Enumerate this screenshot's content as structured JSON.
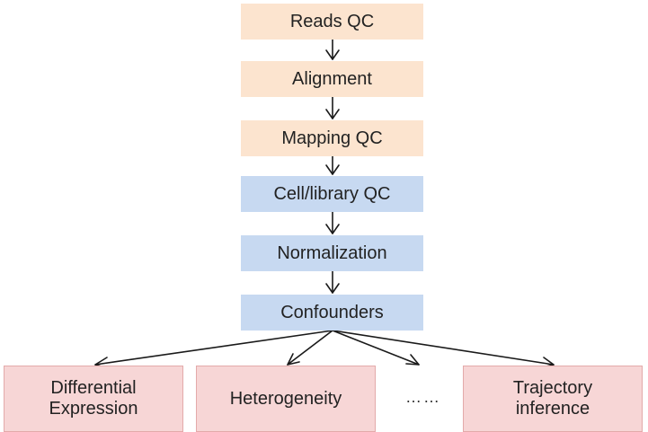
{
  "pipeline": {
    "steps": [
      {
        "label": "Reads QC",
        "color": "#fce4cf"
      },
      {
        "label": "Alignment",
        "color": "#fce4cf"
      },
      {
        "label": "Mapping QC",
        "color": "#fce4cf"
      },
      {
        "label": "Cell/library QC",
        "color": "#c7d9f1"
      },
      {
        "label": "Normalization",
        "color": "#c7d9f1"
      },
      {
        "label": "Confounders",
        "color": "#c7d9f1"
      }
    ]
  },
  "outputs": {
    "items": [
      {
        "label": "Differential\nExpression",
        "color": "#f7d6d6"
      },
      {
        "label": "Heterogeneity",
        "color": "#f7d6d6"
      },
      {
        "label": "Trajectory\ninference",
        "color": "#f7d6d6"
      }
    ],
    "ellipsis": "……"
  }
}
